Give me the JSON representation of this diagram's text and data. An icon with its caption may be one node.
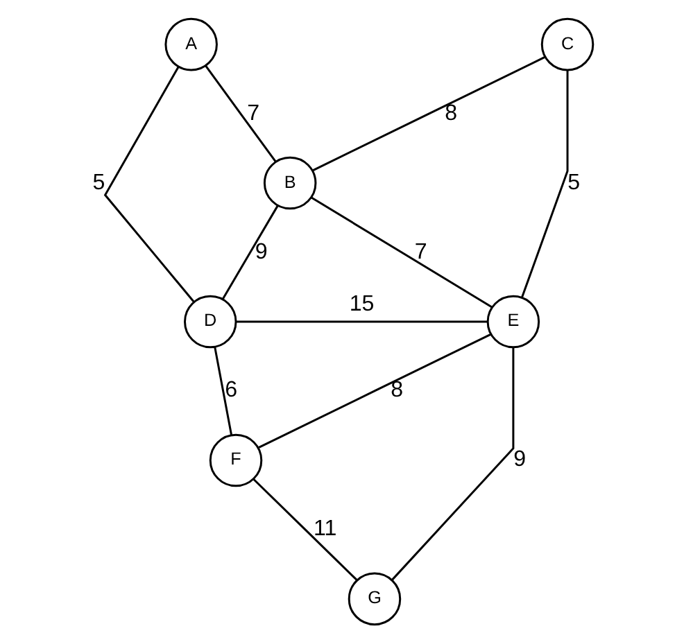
{
  "diagram": {
    "nodes": [
      {
        "text": [
          "A"
        ]
      },
      {
        "text": [
          "B"
        ]
      },
      {
        "text": [
          "C"
        ]
      },
      {
        "text": [
          "D"
        ]
      },
      {
        "text": [
          "E"
        ]
      },
      {
        "text": [
          "F"
        ]
      },
      {
        "text": [
          "G"
        ]
      }
    ],
    "edges": [
      {
        "from": 0,
        "to": 1,
        "arrow": "none",
        "label": "7"
      },
      {
        "from": 0,
        "to": 3,
        "arrow": "none",
        "label": "5"
      },
      {
        "from": 1,
        "to": 2,
        "arrow": "none",
        "label": "8"
      },
      {
        "from": 1,
        "to": 3,
        "arrow": "none",
        "label": "9"
      },
      {
        "from": 1,
        "to": 4,
        "arrow": "none",
        "label": "7"
      },
      {
        "from": 2,
        "to": 4,
        "arrow": "none",
        "label": "5"
      },
      {
        "from": 3,
        "to": 4,
        "arrow": "none",
        "label": "15"
      },
      {
        "from": 3,
        "to": 5,
        "arrow": "none",
        "label": "6"
      },
      {
        "from": 4,
        "to": 5,
        "arrow": "none",
        "label": "8"
      },
      {
        "from": 4,
        "to": 6,
        "arrow": "none",
        "label": "9"
      },
      {
        "from": 5,
        "to": 6,
        "arrow": "none",
        "label": "11"
      }
    ]
  }
}
